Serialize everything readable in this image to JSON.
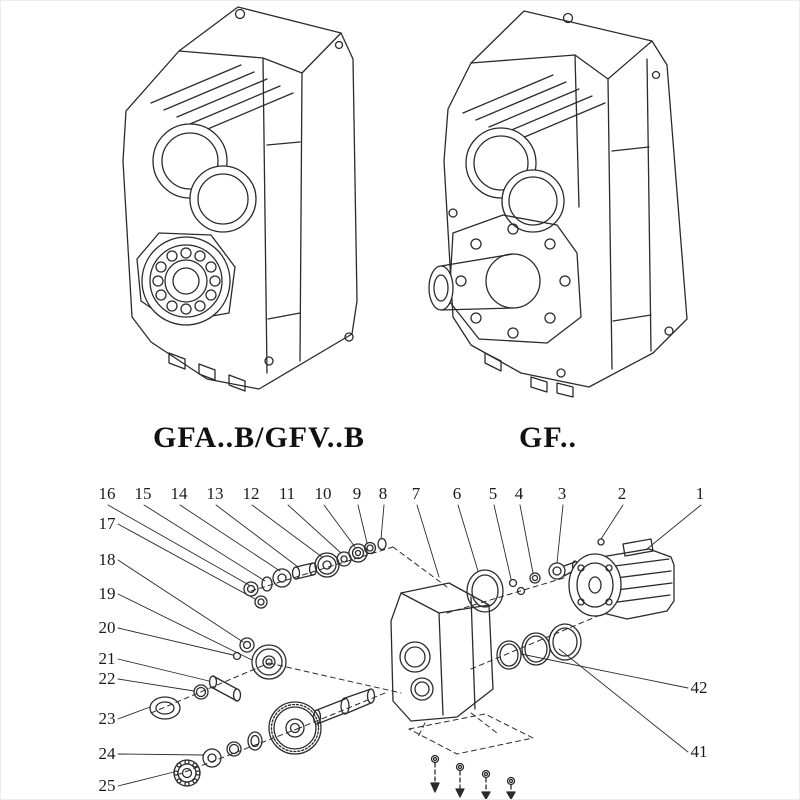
{
  "models": [
    {
      "label": "GFA..B/GFV..B"
    },
    {
      "label": "GF.."
    }
  ],
  "part_numbers": [
    "16",
    "15",
    "14",
    "13",
    "12",
    "11",
    "10",
    "9",
    "8",
    "7",
    "6",
    "5",
    "4",
    "3",
    "2",
    "1",
    "17",
    "18",
    "19",
    "20",
    "21",
    "22",
    "23",
    "24",
    "25",
    "42",
    "41"
  ],
  "colors": {
    "line": "#2b2b2b",
    "background": "#ffffff",
    "text": "#1a1a1a"
  }
}
